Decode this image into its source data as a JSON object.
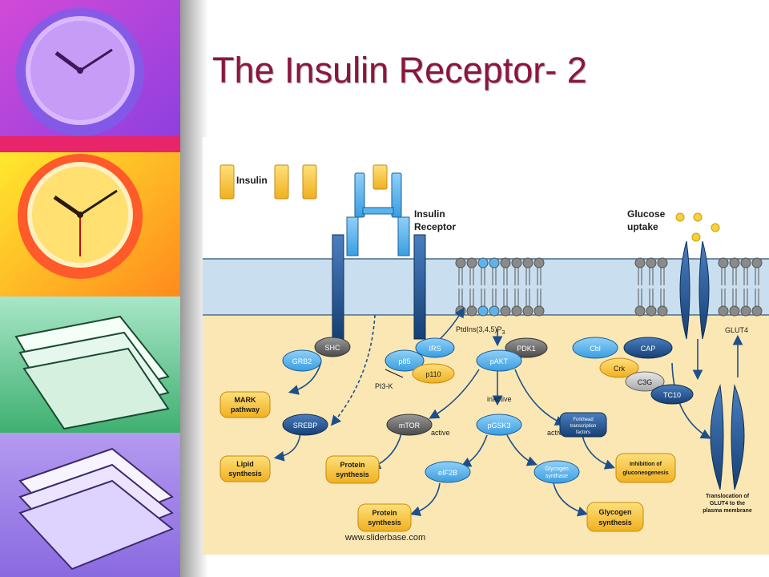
{
  "slide": {
    "title": "The Insulin Receptor- 2",
    "watermark": "www.sliderbase.com"
  },
  "diagram": {
    "insulin_label": "Insulin",
    "receptor_label": [
      "Insulin",
      "Receptor"
    ],
    "glucose_label": [
      "Glucose",
      "uptake"
    ],
    "glut4_label": "GLUT4",
    "ptdins_label": "PtdIns(3,4,5)P",
    "ptdins_sub": "3",
    "pi3k_label": "PI3-K",
    "inactive_label": "inactive",
    "active_label_1": "active",
    "active_label_2": "active",
    "translocation_label": [
      "Translocation of",
      "GLUT4 to the",
      "plasma membrane"
    ],
    "proteins": {
      "shc": "SHC",
      "grb2": "GRB2",
      "irs": "IRS",
      "p85": "p85",
      "p110": "p110",
      "pdk1": "PDK1",
      "pakt": "pAKT",
      "srebp": "SREBP",
      "mtor": "mTOR",
      "pgsk3": "pGSK3",
      "forkhead": [
        "Forkhead",
        "transcription",
        "factors"
      ],
      "eif2b": "eIF2B",
      "glycogen_synthase": [
        "Glycogen",
        "synthase"
      ],
      "cbl": "Cbl",
      "cap": "CAP",
      "crk": "Crk",
      "c3g": "C3G",
      "tc10": "TC10"
    },
    "outcomes": {
      "mark_pathway": [
        "MARK",
        "pathway"
      ],
      "lipid_synthesis": [
        "Lipid",
        "synthesis"
      ],
      "protein_synthesis_1": [
        "Protein",
        "synthesis"
      ],
      "protein_synthesis_2": [
        "Protein",
        "synthesis"
      ],
      "gluconeogenesis": [
        "Inhibition of",
        "gluconeogenesis"
      ],
      "glycogen_synthesis": [
        "Glycogen",
        "synthesis"
      ]
    },
    "colors": {
      "membrane": "#c9dff0",
      "cytoplasm": "#fbe7b4",
      "dark_blue": "#1d4f8a",
      "mid_blue": "#4a8fd0",
      "light_blue": "#5cb4ee",
      "yellow": "#f7c43a",
      "grey": "#6b6b6b"
    }
  }
}
